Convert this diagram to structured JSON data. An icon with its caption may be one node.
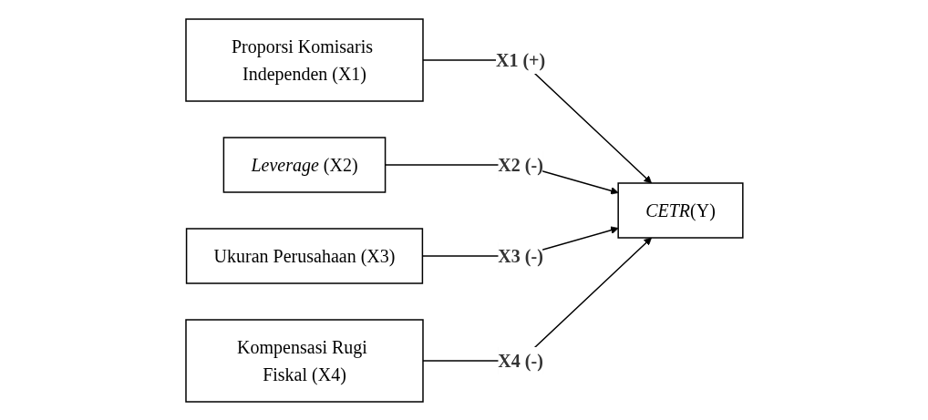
{
  "diagram": {
    "nodes": [
      {
        "text": [
          "Proporsi Komisaris Independen (X1)"
        ]
      },
      {
        "text": [
          "*Leverage* (X2)"
        ]
      },
      {
        "text": [
          "Ukuran Perusahaan (X3)"
        ]
      },
      {
        "text": [
          "Kompensasi Rugi Fiskal (X4)"
        ]
      },
      {
        "text": [
          "*CETR*(Y)"
        ]
      }
    ],
    "edges": [
      {
        "from": 0,
        "to": 4,
        "arrow": "to",
        "label": "X1 (+)"
      },
      {
        "from": 1,
        "to": 4,
        "arrow": "to",
        "label": "X2 (-)"
      },
      {
        "from": 2,
        "to": 4,
        "arrow": "to",
        "label": "X3 (-)"
      },
      {
        "from": 3,
        "to": 4,
        "arrow": "to",
        "label": "X4 (-)"
      }
    ]
  }
}
